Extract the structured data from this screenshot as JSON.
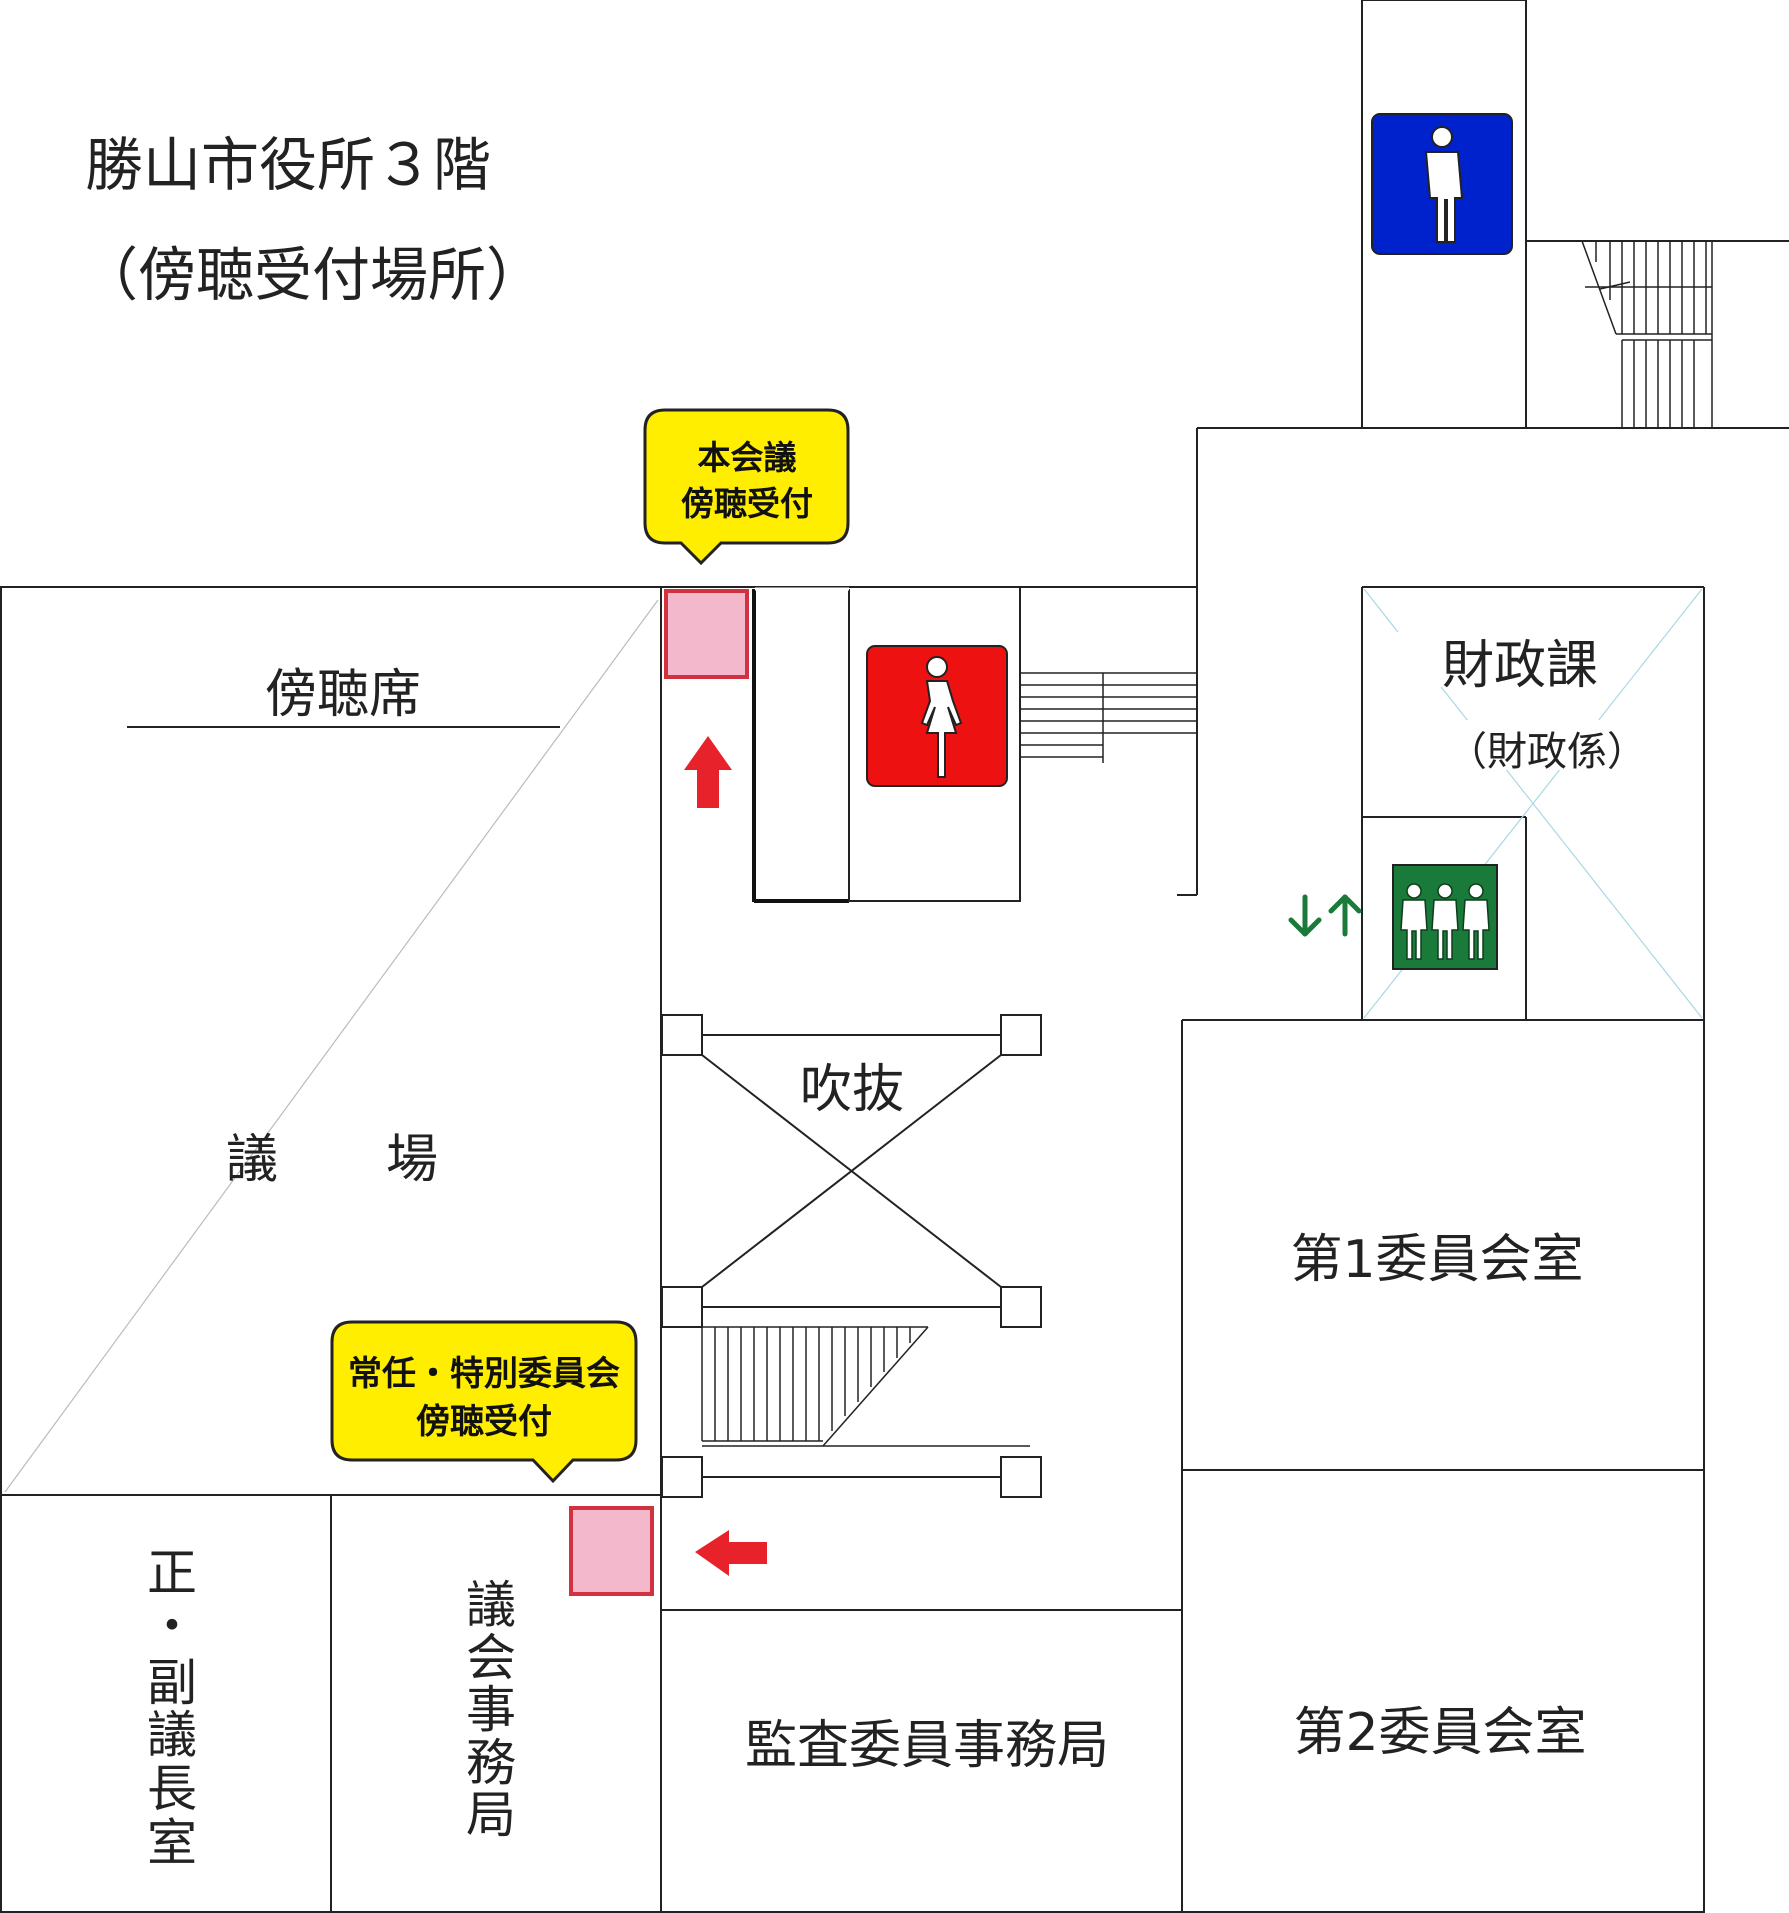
{
  "title": {
    "line1": "勝山市役所３階",
    "line2": "（傍聴受付場所）"
  },
  "rooms": {
    "gallery": "傍聴席",
    "assembly_hall_left": "議",
    "assembly_hall_right": "場",
    "atrium": "吹抜",
    "finance": "財政課",
    "finance_sub": "（財政係）",
    "committee_room_1": "第1委員会室",
    "committee_room_2": "第2委員会室",
    "audit_office": "監査委員事務局",
    "chair_office": [
      "正",
      "・",
      "副",
      "議",
      "長",
      "室"
    ],
    "council_office": [
      "議",
      "会",
      "事",
      "務",
      "局"
    ]
  },
  "callouts": {
    "plenary_line1": "本会議",
    "plenary_line2": "傍聴受付",
    "committee_line1": "常任・特別委員会",
    "committee_line2": "傍聴受付"
  },
  "colors": {
    "reception_fill": "#f4b8cc",
    "reception_stroke": "#d0333f",
    "arrow": "#e8222a",
    "callout_fill": "#ffee00",
    "mens_restroom": "#0022cc",
    "womens_restroom": "#ee1111",
    "elevator": "#1a7a3a"
  },
  "icons": {
    "mens_restroom": "male-restroom-icon",
    "womens_restroom": "female-restroom-icon",
    "elevator": "elevator-icon"
  }
}
